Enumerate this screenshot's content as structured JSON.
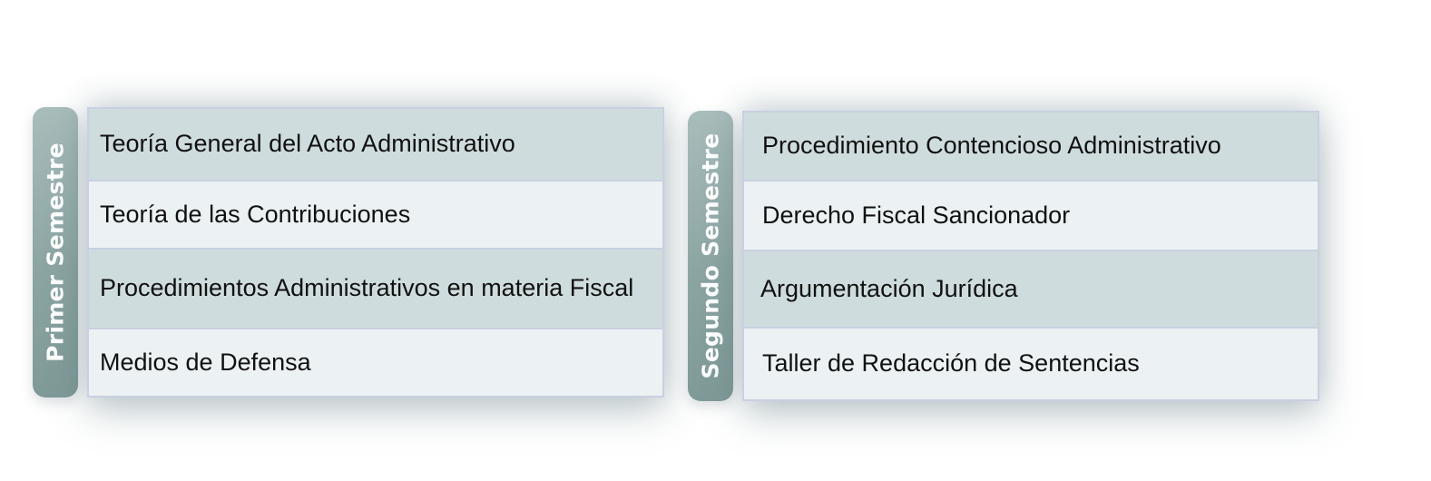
{
  "semesters": [
    {
      "label": "Primer Semestre",
      "courses": [
        "Teoría General del Acto Administrativo",
        "Teoría de las Contribuciones",
        "Procedimientos Administrativos en materia Fiscal",
        "Medios de Defensa"
      ]
    },
    {
      "label": "Segundo Semestre",
      "courses": [
        "Procedimiento Contencioso Administrativo",
        "Derecho Fiscal Sancionador",
        "Argumentación Jurídica",
        "Taller de Redacción de Sentencias"
      ]
    }
  ],
  "colors": {
    "tab": "#8ca5a3",
    "row_dark": "#cfdcdd",
    "row_light": "#ecf2f3",
    "border": "#c9d0e2",
    "text": "#111111"
  }
}
